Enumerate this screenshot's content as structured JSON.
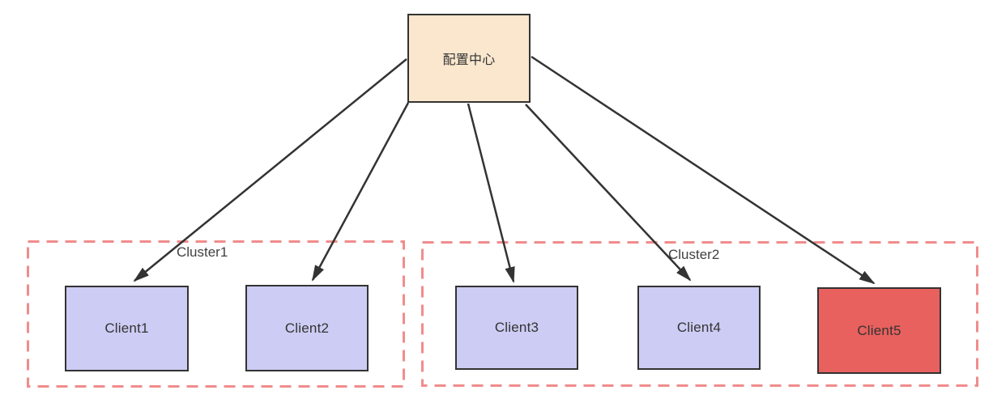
{
  "diagram": {
    "root": {
      "label": "配置中心",
      "fill": "#FAE7CE"
    },
    "clusters": [
      {
        "label": "Cluster1",
        "clients": [
          {
            "label": "Client1",
            "fill": "#CCCCF4"
          },
          {
            "label": "Client2",
            "fill": "#CCCCF4"
          }
        ]
      },
      {
        "label": "Cluster2",
        "clients": [
          {
            "label": "Client3",
            "fill": "#CCCCF4"
          },
          {
            "label": "Client4",
            "fill": "#CCCCF4"
          },
          {
            "label": "Client5",
            "fill": "#E8615E"
          }
        ]
      }
    ],
    "edges": [
      {
        "from": "配置中心",
        "to": "Client1"
      },
      {
        "from": "配置中心",
        "to": "Client2"
      },
      {
        "from": "配置中心",
        "to": "Client3"
      },
      {
        "from": "配置中心",
        "to": "Client4"
      },
      {
        "from": "配置中心",
        "to": "Client5"
      }
    ],
    "colors": {
      "root_fill": "#FAE7CE",
      "client_fill": "#CCCCF4",
      "highlight_fill": "#E8615E",
      "node_border": "#333333",
      "cluster_border": "#F08C8C",
      "arrow": "#333333",
      "text": "#333333"
    }
  }
}
